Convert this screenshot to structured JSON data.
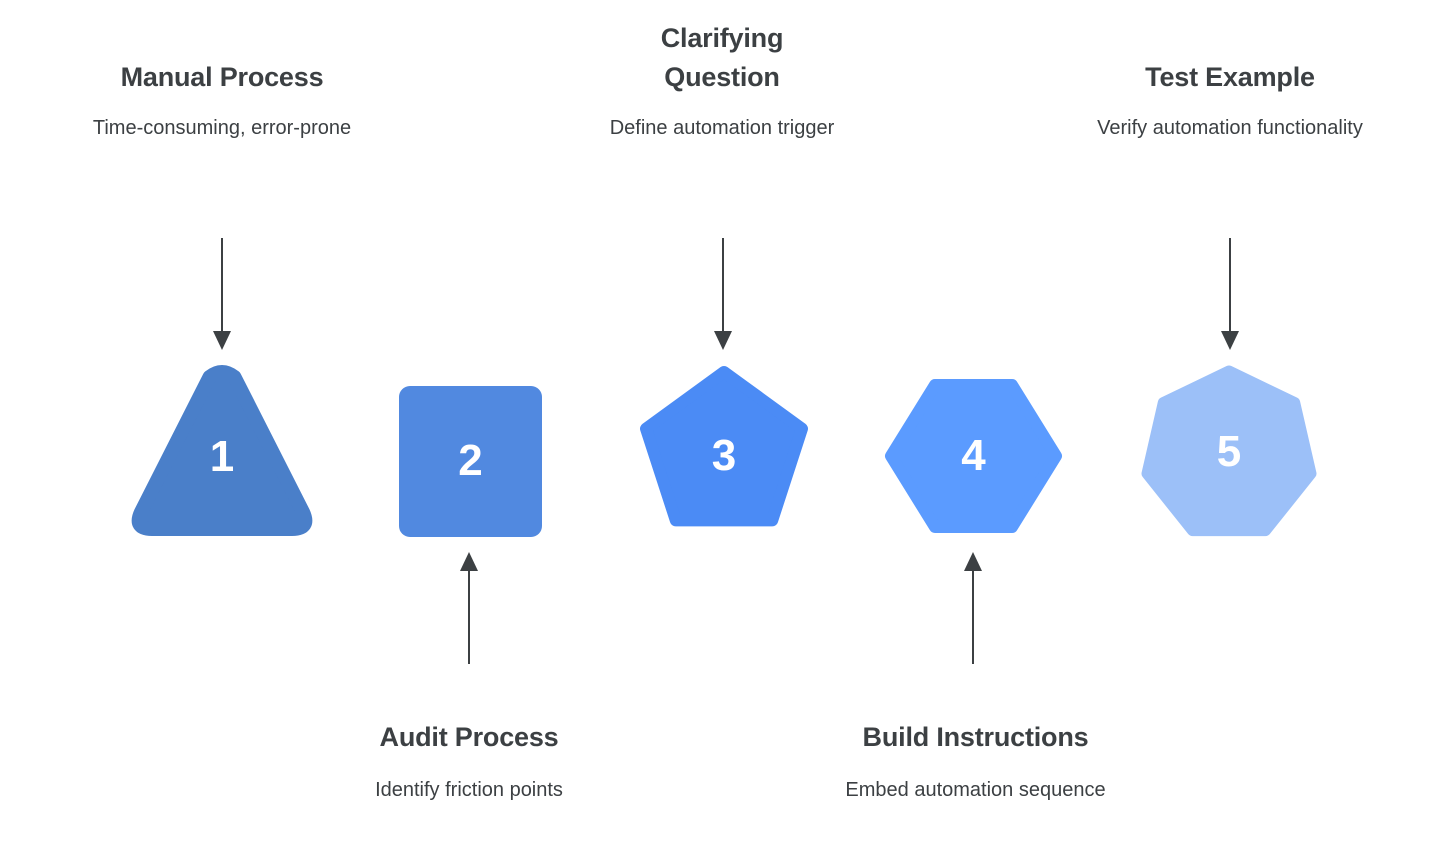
{
  "diagram": {
    "type": "process-flow",
    "orientation": "horizontal",
    "background_color": "#ffffff",
    "text_color": "#3c4043",
    "arrow_color": "#3c4043",
    "steps": [
      {
        "number": "1",
        "title": "Manual Process",
        "description": "Time-consuming, error-prone",
        "shape": "triangle",
        "sides": 3,
        "color": "#4a7fc9",
        "label_position": "above",
        "arrow_direction": "down"
      },
      {
        "number": "2",
        "title": "Audit Process",
        "description": "Identify friction points",
        "shape": "square",
        "sides": 4,
        "color": "#5189e0",
        "label_position": "below",
        "arrow_direction": "up"
      },
      {
        "number": "3",
        "title": "Clarifying Question",
        "description": "Define automation trigger",
        "shape": "pentagon",
        "sides": 5,
        "color": "#4b8bf5",
        "label_position": "above",
        "arrow_direction": "down"
      },
      {
        "number": "4",
        "title": "Build Instructions",
        "description": "Embed automation sequence",
        "shape": "hexagon",
        "sides": 6,
        "color": "#5b9bff",
        "label_position": "below",
        "arrow_direction": "up"
      },
      {
        "number": "5",
        "title": "Test Example",
        "description": "Verify automation functionality",
        "shape": "heptagon",
        "sides": 7,
        "color": "#9cc0f8",
        "label_position": "above",
        "arrow_direction": "down"
      }
    ]
  }
}
